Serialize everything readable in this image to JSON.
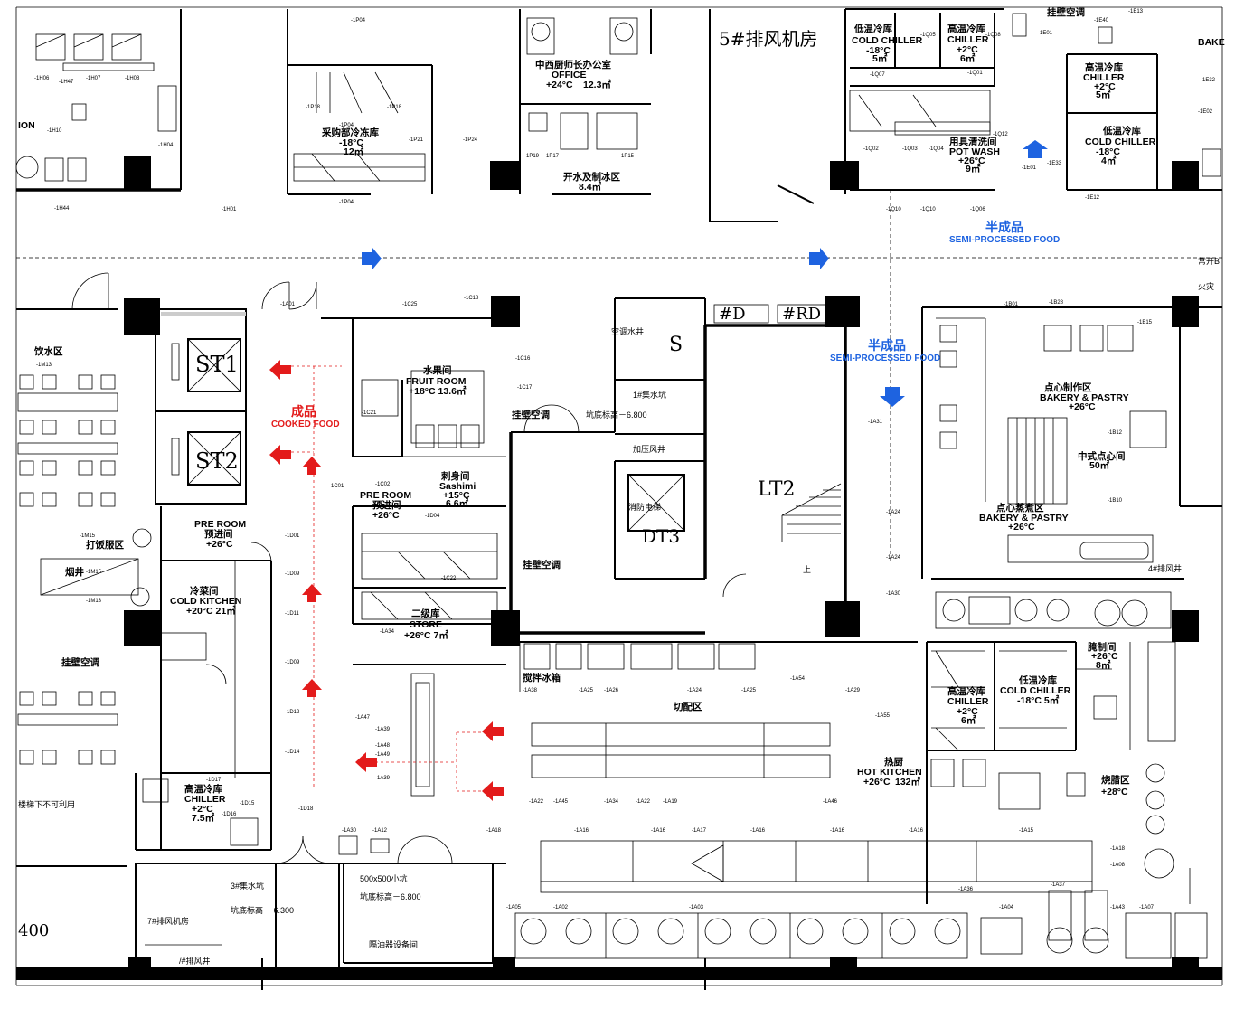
{
  "rooms": {
    "procurement_freezer": {
      "zh": "采购部冷冻库",
      "temp": "-18°C",
      "area": "12㎡"
    },
    "chef_office": {
      "zh": "中西厨师长办公室",
      "en": "OFFICE",
      "temp": "+24°C",
      "area": "12.3㎡"
    },
    "ice_area": {
      "zh": "开水及制冰区",
      "area": "8.4㎡"
    },
    "fan_room_5": "5#排风机房",
    "low_temp_cold_chiller_top": {
      "zh": "低温冷库",
      "en": "COLD CHILLER",
      "temp": "-18°C",
      "area": "5㎡"
    },
    "high_temp_chiller_top": {
      "zh": "高温冷库",
      "en": "CHILLER",
      "temp": "+2°C",
      "area": "6㎡"
    },
    "pot_wash": {
      "zh": "用具清洗间",
      "en": "POT WASH",
      "temp": "+26°C",
      "area": "9㎡"
    },
    "chiller_right_top": {
      "zh": "高温冷库",
      "en": "CHILLER",
      "temp": "+2°C",
      "area": "5㎡"
    },
    "cold_chiller_right_top": {
      "zh": "低温冷库",
      "en": "COLD CHILLER",
      "temp": "-18°C",
      "area": "4㎡"
    },
    "bake_partial": "BAKE",
    "fruit_room": {
      "zh": "水果间",
      "en": "FRUIT ROOM",
      "temp": "+18°C 13.6㎡"
    },
    "pre_room_mid": {
      "zh": "预进间",
      "en": "PRE ROOM",
      "temp": "+26°C"
    },
    "sashimi": {
      "zh": "刺身间",
      "en": "Sashimi",
      "temp": "+15°C",
      "area": "6.6㎡"
    },
    "store": {
      "zh": "二级库",
      "en": "STORE",
      "temp": "+26°C 7㎡"
    },
    "pre_room_left": {
      "zh": "预进间",
      "en": "PRE ROOM",
      "temp": "+26°C"
    },
    "cold_kitchen": {
      "zh": "冷菜间",
      "en": "COLD KITCHEN",
      "temp": "+20°C 21㎡"
    },
    "chiller_bottom_left": {
      "zh": "高温冷库",
      "en": "CHILLER",
      "temp": "+2°C",
      "area": "7.5㎡"
    },
    "water_area": "饮水区",
    "serving_area": "打饭服区",
    "smoke_shaft": "烟井",
    "wall_ac_1": "挂壁空调",
    "wall_ac_2": "挂壁空调",
    "wall_ac_3": "挂壁空调",
    "wall_ac_4": "挂壁空调",
    "aircon_shaft": "空调水井",
    "pit_1_title": "1#集水坑",
    "pit_1_level": "坑底标高－6.800",
    "pressure_shaft": "加压风井",
    "fire_elevator": "消防电梯",
    "dt3": "DT3",
    "lt2": "LT2",
    "up": "上",
    "st1": "ST1",
    "st2": "ST2",
    "s_label": "S",
    "d_label": "#D",
    "rd_label": "#RD",
    "bakery_top": {
      "zh": "点心制作区",
      "en": "BAKERY & PASTRY",
      "temp": "+26°C"
    },
    "chinese_pastry": {
      "zh": "中式点心间",
      "area": "50㎡"
    },
    "bakery_steam": {
      "zh": "点心蒸煮区",
      "en": "BAKERY & PASTRY",
      "temp": "+26°C"
    },
    "fan_shaft_4": "4#排风井",
    "high_temp_chiller_bottom": {
      "zh": "高温冷库",
      "en": "CHILLER",
      "temp": "+2°C",
      "area": "6㎡"
    },
    "cold_chiller_bottom": {
      "zh": "低温冷库",
      "en": "COLD CHILLER",
      "temp": "-18°C 5㎡"
    },
    "marinate": {
      "zh": "腌制间",
      "temp": "+26°C",
      "area": "8㎡"
    },
    "hot_kitchen": {
      "zh": "热厨",
      "en": "HOT KITCHEN",
      "temp": "+26°C",
      "area": "132㎡"
    },
    "bbq": {
      "zh": "烧腊区",
      "temp": "+28°C"
    },
    "cut_prep": "切配区",
    "mix_prep": "搅拌冰箱",
    "pit_3_title": "3#集水坑",
    "pit_3_level": "坑底标高 －6.300",
    "pit_small_title": "500x500小坑",
    "pit_small_level": "坑底标高－6.800",
    "grease_room": "隔油器设备间",
    "fan_room_7": "7#排风机房",
    "fan_shaft_bottom": "/#排风井",
    "stair_note": "楼梯下不可利用",
    "left_400": "400",
    "left_ion": "ION",
    "right_edge_1": "常开B",
    "right_edge_2": "火灾"
  },
  "flows": {
    "semi_top": {
      "zh": "半成品",
      "en": "SEMI-PROCESSED FOOD"
    },
    "semi_mid": {
      "zh": "半成品",
      "en": "SEMI-PROCESSED FOOD"
    },
    "cooked": {
      "zh": "成品",
      "en": "COOKED FOOD"
    }
  },
  "colors": {
    "semi_processed": "#1e63e0",
    "cooked": "#e31b1b",
    "wall": "#000000",
    "background": "#ffffff"
  },
  "tags": {
    "t1": "-1H44",
    "t2": "-1H01",
    "t3": "-1P04",
    "t4": "-1P04",
    "t5": "-1P18",
    "t6": "-1P18",
    "t7": "-1P21",
    "t8": "-1P24",
    "t9": "-1P19",
    "t10": "-1P17",
    "t11": "-1P15",
    "t12": "-1P04",
    "t13": "-1Q10",
    "t14": "-1Q10",
    "t15": "-1Q06",
    "t16": "-1Q02",
    "t17": "-1Q03",
    "t18": "-1Q04",
    "t19": "-1Q12",
    "t20": "-1E01",
    "t21": "-1E33",
    "t22": "-1E32",
    "t23": "-1E02",
    "t24": "-1E12",
    "t25": "-1E01",
    "t26": "-1C25",
    "t27": "-1C18",
    "t28": "-1C16",
    "t29": "-1C17",
    "t30": "-1C21",
    "t31": "-1C01",
    "t32": "-1C02",
    "t33": "-1D04",
    "t34": "-1C22",
    "t35": "-1D01",
    "t36": "-1D09",
    "t37": "-1D11",
    "t38": "-1D09",
    "t39": "-1D12",
    "t40": "-1D14",
    "t41": "-1D18",
    "t42": "-1D17",
    "t43": "-1D15",
    "t44": "-1D16",
    "t45": "-1A01",
    "t46": "-1A31",
    "t47": "-1A24",
    "t48": "-1A24",
    "t49": "-1A30",
    "t50": "-1B01",
    "t51": "-1B28",
    "t52": "-1B15",
    "t53": "-1B12",
    "t54": "-1B10",
    "t55": "-1A34",
    "t56": "-1A38",
    "t57": "-1A25",
    "t58": "-1A26",
    "t59": "-1A24",
    "t60": "-1A25",
    "t61": "-1A54",
    "t62": "-1A29",
    "t63": "-1A55",
    "t64": "-1A47",
    "t65": "-1A39",
    "t66": "-1A48",
    "t67": "-1A49",
    "t68": "-1A39",
    "t69": "-1A22",
    "t70": "-1A45",
    "t71": "-1A34",
    "t72": "-1A22",
    "t73": "-1A19",
    "t74": "-1A46",
    "t75": "-1A16",
    "t76": "-1A16",
    "t77": "-1A17",
    "t78": "-1A16",
    "t79": "-1A16",
    "t80": "-1A16",
    "t81": "-1A15",
    "t82": "-1A36",
    "t83": "-1A05",
    "t84": "-1A02",
    "t85": "-1A03",
    "t86": "-1A04",
    "t87": "-1A37",
    "t88": "-1A43",
    "t89": "-1A07",
    "t90": "-1A08",
    "t91": "-1A18",
    "t92": "-1A30",
    "t93": "-1A12",
    "t94": "-1A18",
    "t95": "-1M15",
    "t96": "-1M13",
    "t97": "-1M15",
    "t98": "-1M13",
    "t99": "-1H06",
    "t100": "-1H07",
    "t101": "-1H08",
    "t102": "-1H10",
    "t103": "-1H04",
    "t104": "-1H47",
    "t105": "-1Q07",
    "t106": "-1Q01",
    "t107": "-1Q05",
    "t108": "-1Q08",
    "t109": "-1E40",
    "t110": "-1E13"
  }
}
